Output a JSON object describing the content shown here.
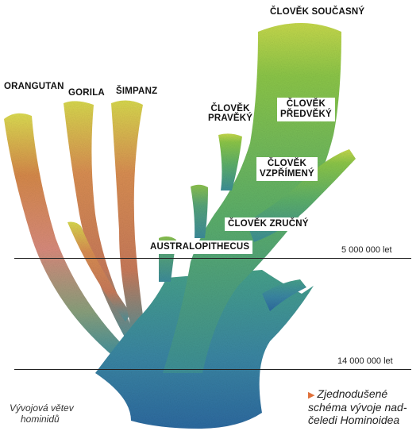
{
  "taxa": {
    "orangutan": "ORANGUTAN",
    "gorila": "GORILA",
    "simpanz": "ŠIMPANZ",
    "clovek_soucasny": "ČLOVĚK SOUČASNÝ",
    "clovek_praveky_1": "ČLOVĚK",
    "clovek_praveky_2": "PRAVĚKÝ",
    "clovek_predveky_1": "ČLOVĚK",
    "clovek_predveky_2": "PŘEDVĚKÝ",
    "clovek_vzprimeny_1": "ČLOVĚK",
    "clovek_vzprimeny_2": "VZPŘÍMENÝ",
    "clovek_zrucny": "ČLOVĚK ZRUČNÝ",
    "australopithecus": "AUSTRALOPITHECUS"
  },
  "timeline": {
    "line_5m": "5 000 000 let",
    "line_14m": "14 000 000 let"
  },
  "caption_left": {
    "line1": "Vývojová větev",
    "line2": "hominidů"
  },
  "caption_right": {
    "arrow": "▶",
    "line1": "Zjednodušené",
    "line2": "schéma vývoje nad-",
    "line3": "čeledi Hominoidea"
  },
  "colors": {
    "root_blue": "#2f6fa0",
    "teal": "#3f9a8e",
    "green": "#7cbf4a",
    "yellow_tip": "#d6dc4e",
    "salmon": "#d98a73",
    "red_orange": "#d2703e"
  }
}
